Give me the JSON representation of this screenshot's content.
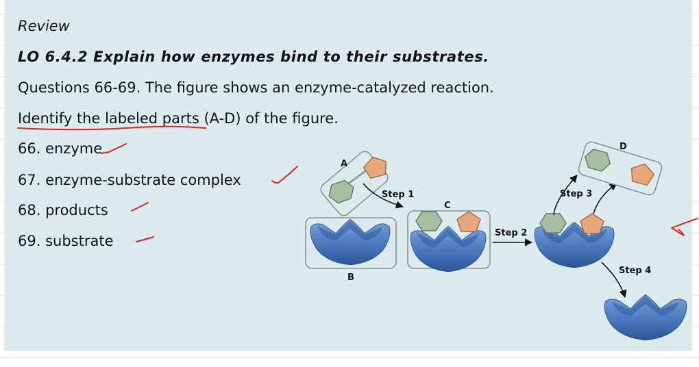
{
  "heading": "Review",
  "objective": "LO 6.4.2 Explain how enzymes bind to their substrates.",
  "question_intro": "Questions 66-69. The figure shows an enzyme-catalyzed reaction.",
  "instruction": {
    "underlined": "Identify the labeled parts",
    "rest": " (A-D) of the figure."
  },
  "answers": [
    "66. enzyme",
    "67. enzyme-substrate complex",
    "68. products",
    "69. substrate"
  ],
  "figure": {
    "label_a": "A",
    "label_b": "B",
    "label_c": "C",
    "label_d": "D",
    "step1": "Step 1",
    "step2": "Step 2",
    "step3": "Step 3",
    "step4": "Step 4"
  },
  "colors": {
    "enzyme": "#4a78bd",
    "green_substrate": "#a6bfa3",
    "orange_substrate": "#e7a77a",
    "annotation_ink": "#e0201c",
    "slide_background": "#dcecee"
  }
}
